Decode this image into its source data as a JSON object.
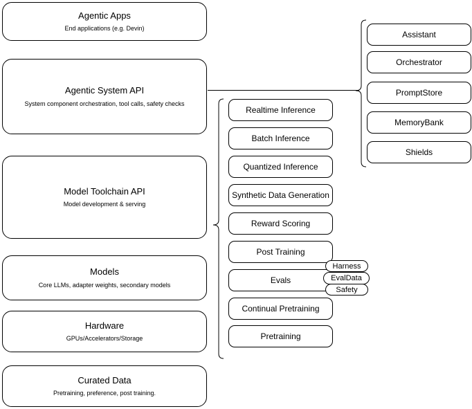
{
  "diagram": {
    "title": "AI stack layer diagram",
    "accent_color": "#000000",
    "background_color": "#ffffff"
  },
  "left_stack": {
    "name": "platform-layers",
    "items": [
      {
        "title": "Agentic Apps",
        "subtitle": "End applications (e.g. Devin)"
      },
      {
        "title": "Agentic System API",
        "subtitle": "System component orchestration, tool calls, safety checks"
      },
      {
        "title": "Model Toolchain API",
        "subtitle": "Model development & serving"
      },
      {
        "title": "Models",
        "subtitle": "Core LLMs, adapter weights, secondary models"
      },
      {
        "title": "Hardware",
        "subtitle": "GPUs/Accelerators/Storage"
      },
      {
        "title": "Curated Data",
        "subtitle": "Pretraining, preference, post training."
      }
    ]
  },
  "middle_column": {
    "name": "model-toolchain-capabilities",
    "items": [
      {
        "label": "Realtime Inference"
      },
      {
        "label": "Batch Inference"
      },
      {
        "label": "Quantized Inference"
      },
      {
        "label": "Synthetic Data Generation"
      },
      {
        "label": "Reward Scoring"
      },
      {
        "label": "Post Training"
      },
      {
        "label": "Evals"
      },
      {
        "label": "Continual Pretraining"
      },
      {
        "label": "Pretraining"
      }
    ]
  },
  "right_column": {
    "name": "agentic-system-components",
    "items": [
      {
        "label": "Assistant"
      },
      {
        "label": "Orchestrator"
      },
      {
        "label": "PromptStore"
      },
      {
        "label": "MemoryBank"
      },
      {
        "label": "Shields"
      }
    ]
  },
  "evals_badges": {
    "name": "evals-subcomponents",
    "items": [
      {
        "label": "Harness"
      },
      {
        "label": "EvalData"
      },
      {
        "label": "Safety"
      }
    ]
  }
}
